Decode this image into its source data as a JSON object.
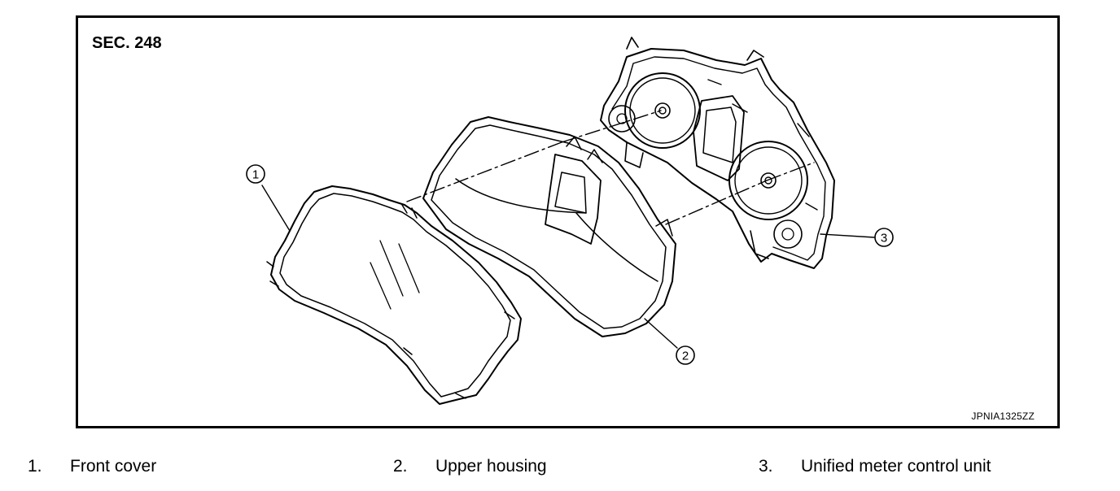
{
  "section_label": "SEC. 248",
  "figure_code": "JPNIA1325ZZ",
  "callouts": [
    {
      "number": "1"
    },
    {
      "number": "2"
    },
    {
      "number": "3"
    }
  ],
  "legend": [
    {
      "number": "1.",
      "label": "Front cover"
    },
    {
      "number": "2.",
      "label": "Upper housing"
    },
    {
      "number": "3.",
      "label": "Unified meter control unit"
    }
  ]
}
